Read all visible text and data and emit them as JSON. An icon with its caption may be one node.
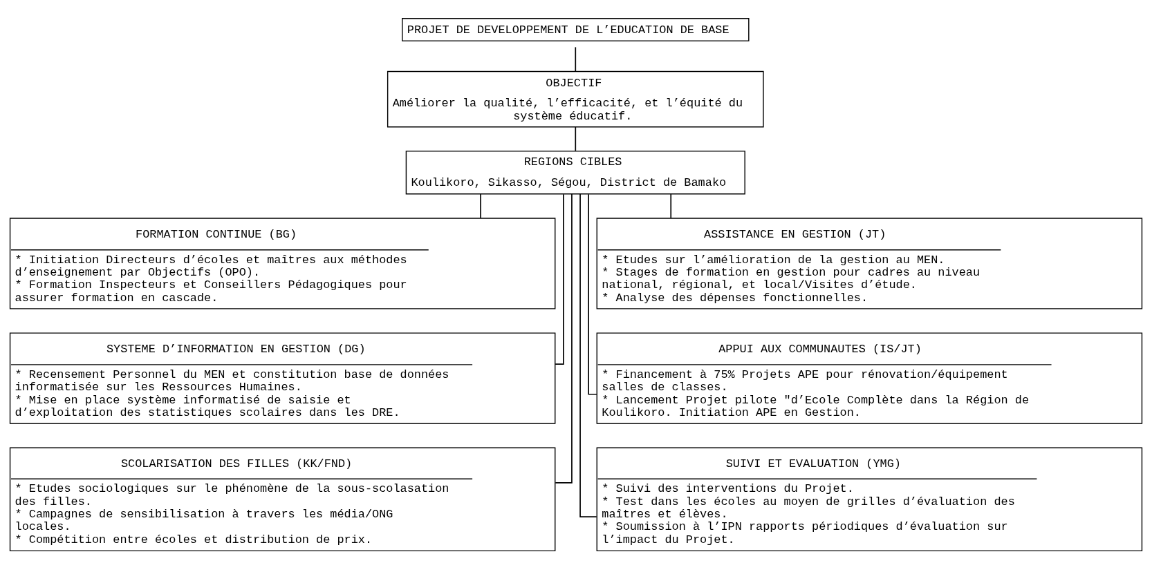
{
  "diagram": {
    "nodes": [
      {
        "text": [
          "PROJET DE DEVELOPPEMENT DE L’EDUCATION DE BASE"
        ]
      },
      {
        "text": [
          "OBJECTIF",
          "Améliorer la qualité, l’efficacité, et l’équité du système éducatif."
        ]
      },
      {
        "text": [
          "REGIONS CIBLES",
          "Koulikoro, Sikasso, Ségou, District de Bamako"
        ]
      },
      {
        "text": [
          "FORMATION CONTINUE (BG)",
          "* Initiation Directeurs d’écoles et maîtres aux méthodes d’enseignement par Objectifs (OPO).",
          "* Formation Inspecteurs et Conseillers Pédagogiques pour assurer formation en cascade."
        ]
      },
      {
        "text": [
          "ASSISTANCE EN GESTION (JT)",
          "* Etudes sur l’amélioration de la gestion au MEN.",
          "* Stages de formation en gestion pour cadres au niveau national, régional, et local/Visites d’étude.",
          "* Analyse des dépenses fonctionnelles."
        ]
      },
      {
        "text": [
          "SYSTEME D’INFORMATION EN GESTION (DG)",
          "* Recensement Personnel du MEN et constitution base de données informatisée sur les Ressources Humaines.",
          "* Mise en place système informatisé de saisie et d’exploitation des statistiques scolaires dans les DRE."
        ]
      },
      {
        "text": [
          "APPUI AUX COMMUNAUTES (IS/JT)",
          "* Financement à 75% Projets APE pour rénovation/équipement salles de classes.",
          "* Lancement Projet pilote \"d’Ecole Complète dans la Région de Koulikoro. Initiation APE en Gestion."
        ]
      },
      {
        "text": [
          "SCOLARISATION DES FILLES (KK/FND)",
          "* Etudes sociologiques sur le phénomène de la sous-scolasation des filles.",
          "* Campagnes de sensibilisation à travers les média/ONG locales.",
          "* Compétition entre écoles et distribution de prix."
        ]
      },
      {
        "text": [
          "SUIVI ET EVALUATION (YMG)",
          "* Suivi des interventions du Projet.",
          "* Test dans les écoles au moyen de grilles d’évaluation des maîtres et élèves.",
          "* Soumission à l’IPN rapports périodiques d’évaluation sur l’impact du Projet."
        ]
      }
    ],
    "edges": [
      {
        "from": 0,
        "to": 1,
        "arrow": "none"
      },
      {
        "from": 1,
        "to": 2,
        "arrow": "none"
      },
      {
        "from": 2,
        "to": 3,
        "arrow": "none"
      },
      {
        "from": 2,
        "to": 4,
        "arrow": "none"
      },
      {
        "from": 2,
        "to": 5,
        "arrow": "none"
      },
      {
        "from": 2,
        "to": 6,
        "arrow": "none"
      },
      {
        "from": 2,
        "to": 7,
        "arrow": "none"
      },
      {
        "from": 2,
        "to": 8,
        "arrow": "none"
      }
    ]
  }
}
